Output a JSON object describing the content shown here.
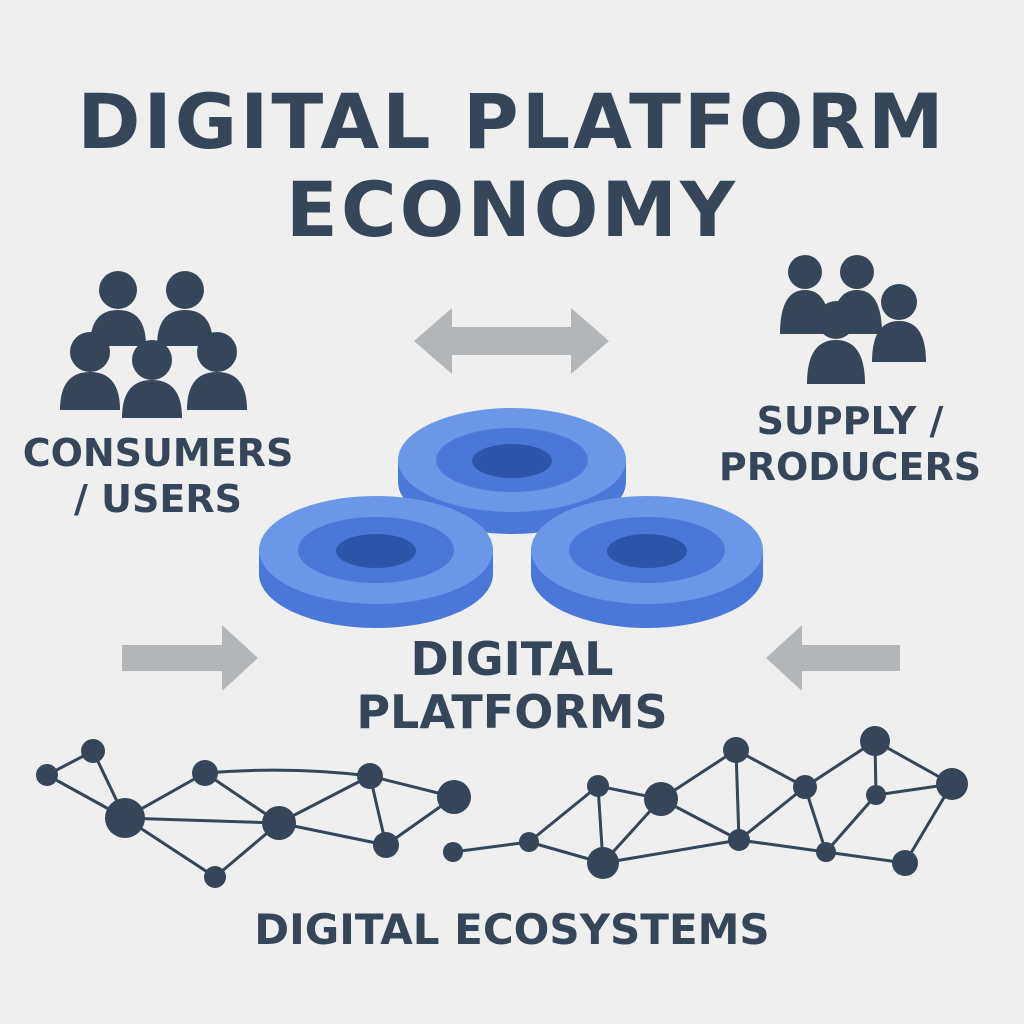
{
  "title": {
    "line1": "DIGITAL PLATFORM",
    "line2": "ECONOMY"
  },
  "nodes": {
    "consumers": {
      "line1": "CONSUMERS",
      "line2": "/ USERS",
      "icon": "people-group-icon"
    },
    "producers": {
      "line1": "SUPPLY /",
      "line2": "PRODUCERS",
      "icon": "people-group-icon"
    },
    "platforms": {
      "line1": "DIGITAL",
      "line2": "PLATFORMS",
      "icon": "platform-discs-icon"
    },
    "ecosystems": {
      "label": "DIGITAL ECOSYSTEMS",
      "icon": "network-graph-icon"
    }
  },
  "colors": {
    "background": "#efefef",
    "text": "#35465a",
    "arrow": "#b3b6b9",
    "disc_light": "#6a97e8",
    "disc_mid": "#4a78d9",
    "disc_dark": "#2a55a8"
  }
}
